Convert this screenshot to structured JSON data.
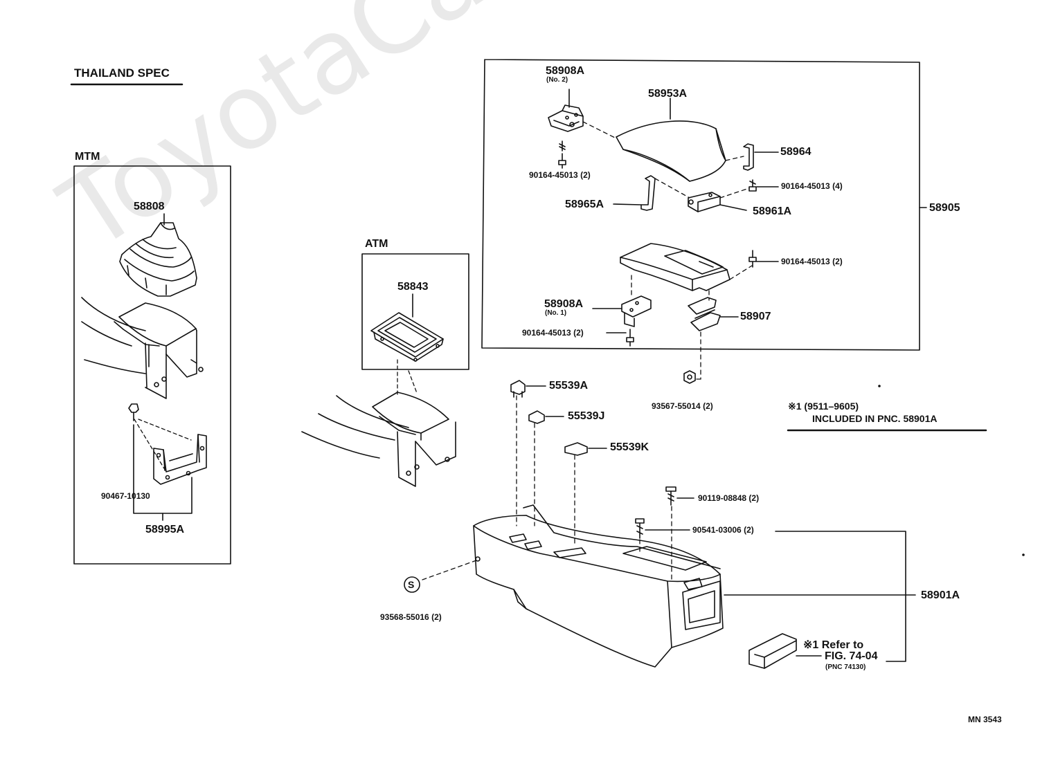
{
  "watermark": "ToyotaCarWire.ru",
  "header": {
    "spec_title": "THAILAND SPEC"
  },
  "sections": {
    "mtm": "MTM",
    "atm": "ATM"
  },
  "parts": {
    "p58808": "58808",
    "p58843": "58843",
    "p90467": "90467-10130",
    "p58995A": "58995A",
    "p58908A_no2": "58908A",
    "p58908A_no2_sub": "(No. 2)",
    "p58953A": "58953A",
    "p58964": "58964",
    "p90164_2a": "90164-45013 (2)",
    "p90164_4": "90164-45013 (4)",
    "p58965A": "58965A",
    "p58961A": "58961A",
    "p58905": "58905",
    "p90164_2b": "90164-45013 (2)",
    "p58908A_no1": "58908A",
    "p58908A_no1_sub": "(No. 1)",
    "p58907": "58907",
    "p90164_2c": "90164-45013 (2)",
    "p93567": "93567-55014 (2)",
    "p55539A": "55539A",
    "p55539J": "55539J",
    "p55539K": "55539K",
    "p90119": "90119-08848 (2)",
    "p90541": "90541-03006 (2)",
    "p58901A": "58901A",
    "p93568": "93568-55016 (2)",
    "s_symbol": "S"
  },
  "notes": {
    "note1_line1": "※1 (9511–9605)",
    "note1_line2": "INCLUDED IN PNC. 58901A",
    "refer_line1": "※1 Refer to",
    "refer_line2": "FIG. 74-04",
    "refer_line3": "(PNC 74130)"
  },
  "footer": {
    "code": "MN 3543"
  }
}
